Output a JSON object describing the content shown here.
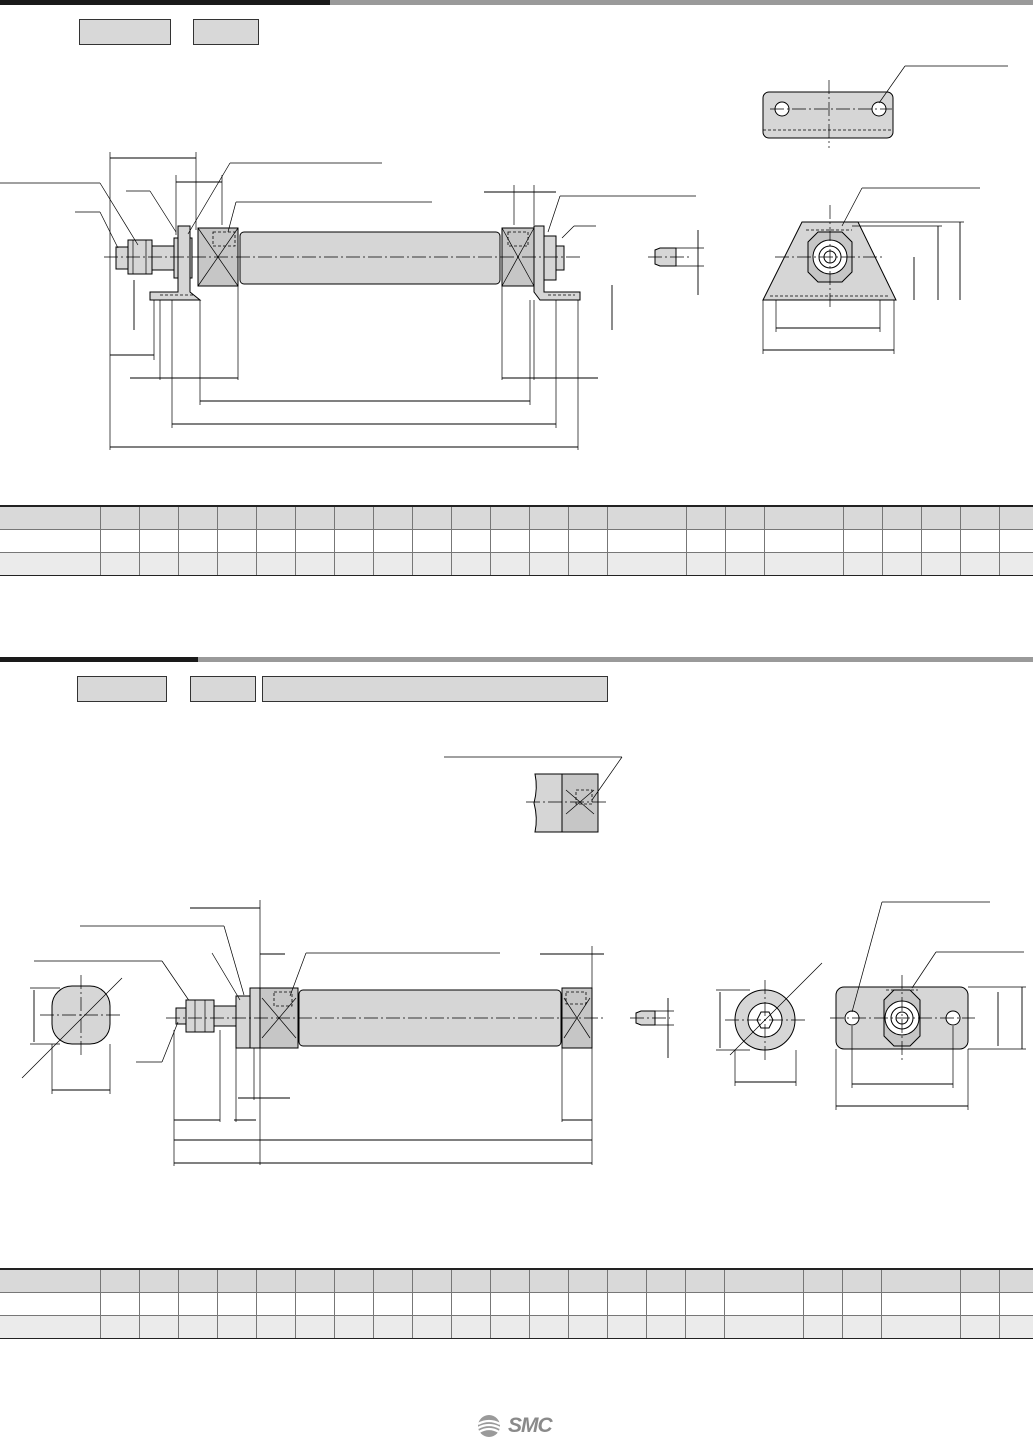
{
  "brand": {
    "logo_text": "SMC",
    "logo_icon": "smc-swirl-icon",
    "logo_color": "#8a8a8a"
  },
  "colors": {
    "section_bar_dark": "#1a1a1a",
    "section_bar_light": "#9a9a9a",
    "part_fill": "#d6d6d6",
    "table_header_fill": "#d9d9d9",
    "table_alt_row_fill": "#ebebeb"
  },
  "section_1": {
    "header_tags": [
      "",
      ""
    ],
    "table": {
      "columns": 23,
      "rows": [
        [
          "",
          "",
          "",
          "",
          "",
          "",
          "",
          "",
          "",
          "",
          "",
          "",
          "",
          "",
          "",
          "",
          "",
          "",
          "",
          "",
          "",
          "",
          ""
        ],
        [
          "",
          "",
          "",
          "",
          "",
          "",
          "",
          "",
          "",
          "",
          "",
          "",
          "",
          "",
          "",
          "",
          "",
          "",
          "",
          "",
          "",
          "",
          ""
        ],
        [
          "",
          "",
          "",
          "",
          "",
          "",
          "",
          "",
          "",
          "",
          "",
          "",
          "",
          "",
          "",
          "",
          "",
          "",
          "",
          "",
          "",
          "",
          ""
        ]
      ]
    }
  },
  "section_2": {
    "header_tags": [
      "",
      "",
      ""
    ],
    "table": {
      "columns": 23,
      "rows": [
        [
          "",
          "",
          "",
          "",
          "",
          "",
          "",
          "",
          "",
          "",
          "",
          "",
          "",
          "",
          "",
          "",
          "",
          "",
          "",
          "",
          "",
          "",
          ""
        ],
        [
          "",
          "",
          "",
          "",
          "",
          "",
          "",
          "",
          "",
          "",
          "",
          "",
          "",
          "",
          "",
          "",
          "",
          "",
          "",
          "",
          "",
          "",
          ""
        ],
        [
          "",
          "",
          "",
          "",
          "",
          "",
          "",
          "",
          "",
          "",
          "",
          "",
          "",
          "",
          "",
          "",
          "",
          "",
          "",
          "",
          "",
          "",
          ""
        ]
      ]
    }
  }
}
